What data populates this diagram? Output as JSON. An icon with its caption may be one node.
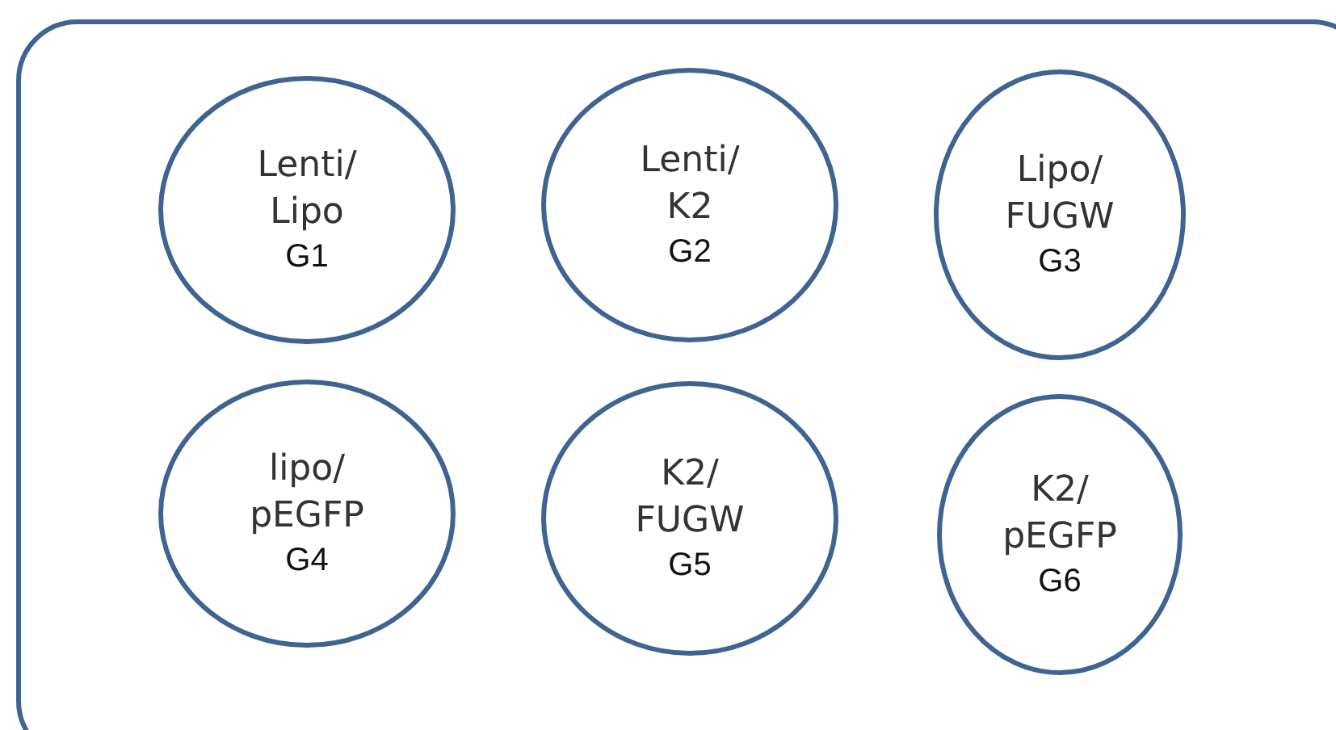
{
  "diagram": {
    "nodes": [
      {
        "text": [],
        "shape": "box"
      },
      {
        "text": [
          "Lenti/ Lipo",
          "G1"
        ],
        "in": 0
      },
      {
        "text": [
          "Lenti/ K2",
          "G2"
        ],
        "in": 0
      },
      {
        "text": [
          "Lipo/ FUGW",
          "G3"
        ],
        "in": 0
      },
      {
        "text": [
          "lipo/ pEGFP",
          "G4"
        ],
        "in": 0
      },
      {
        "text": [
          "K2/ FUGW",
          "G5"
        ],
        "in": 0
      },
      {
        "text": [
          "K2/ pEGFP",
          "G6"
        ],
        "in": 0
      }
    ]
  }
}
